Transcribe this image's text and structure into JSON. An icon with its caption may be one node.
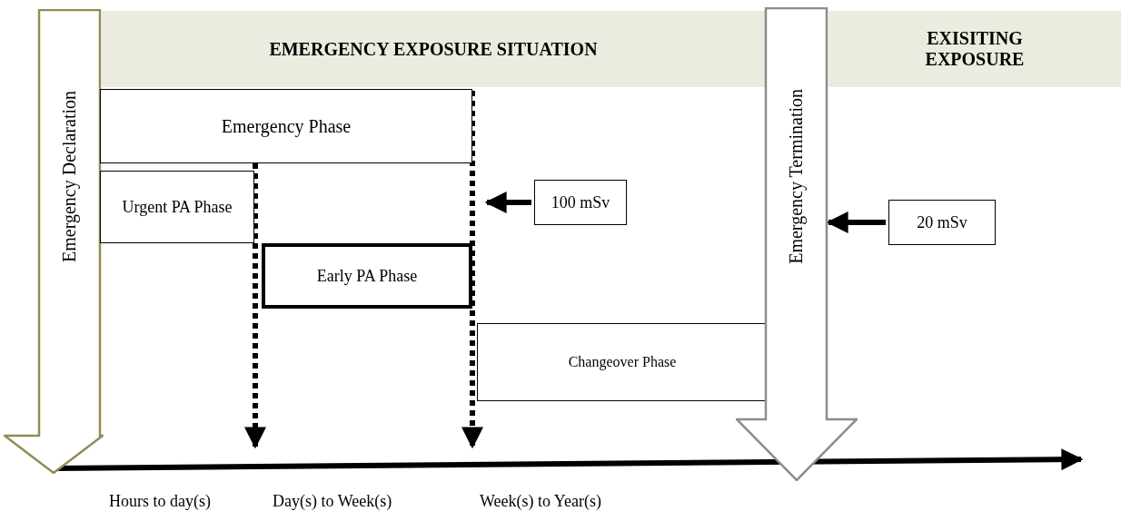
{
  "diagram": {
    "nodes": [
      {
        "text": [
          "EMERGENCY EXPOSURE SITUATION"
        ]
      },
      {
        "text": [
          "EXISITING EXPOSURE"
        ]
      },
      {
        "text": [
          "Emergency Declaration"
        ]
      },
      {
        "text": [
          "Emergency Phase"
        ]
      },
      {
        "text": [
          "Urgent PA Phase"
        ]
      },
      {
        "text": [
          "Early PA Phase"
        ]
      },
      {
        "text": [
          "Changeover Phase"
        ]
      },
      {
        "text": [
          "Emergency Termination"
        ]
      },
      {
        "text": [
          "100 mSv"
        ]
      },
      {
        "text": [
          "20 mSv"
        ]
      }
    ],
    "edges": [
      {
        "from": 8,
        "to": null,
        "arrow": "to"
      },
      {
        "from": 9,
        "to": 7,
        "arrow": "to"
      }
    ],
    "labels": [
      "Hours to day(s)",
      "Day(s) to Week(s)",
      "Week(s) to Year(s)"
    ]
  }
}
